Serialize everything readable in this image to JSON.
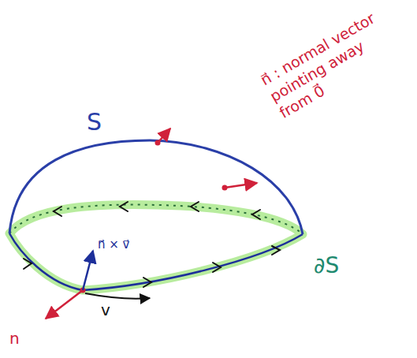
{
  "diagram": {
    "labels": [
      "S",
      "n⃗ : normal vector pointing away from 0⃗",
      "n⃗ × v⃗",
      "v",
      "n",
      "∂S"
    ]
  }
}
